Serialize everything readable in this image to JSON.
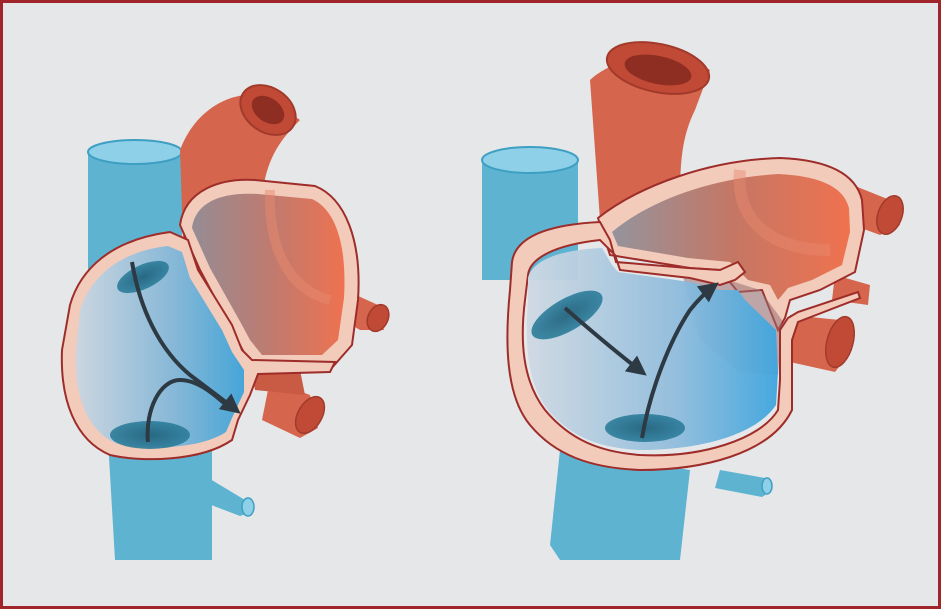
{
  "diagram": {
    "panels": [
      {
        "id": "left",
        "figure": "heart-cross-section"
      },
      {
        "id": "right",
        "figure": "heart-cross-section"
      }
    ],
    "colors": {
      "frame_border": "#a0252a",
      "background": "#e6e7e9",
      "venous_blue": "#5bb6d6",
      "venous_blue_light": "#86cbe3",
      "arterial_red": "#d8654d",
      "arterial_red_dark": "#b8402f",
      "wall_fill": "#f1c9b9",
      "wall_edge": "#9e2d2a",
      "arrow": "#2d3a44"
    }
  }
}
